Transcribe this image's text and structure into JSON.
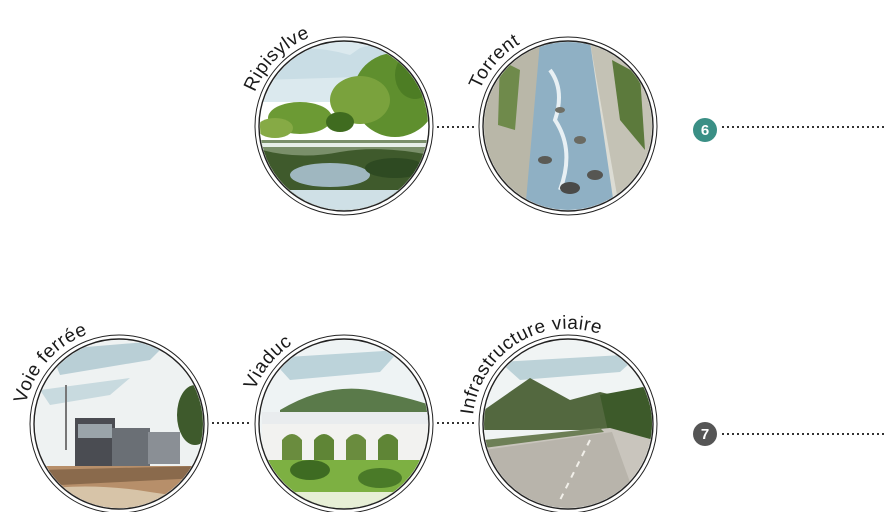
{
  "groups": [
    {
      "number": "6",
      "number_color": "#3a8f85",
      "items": [
        {
          "label": "Ripisylve",
          "illustration": "riparian-forest-pond"
        },
        {
          "label": "Torrent",
          "illustration": "mountain-stream"
        }
      ]
    },
    {
      "number": "7",
      "number_color": "#555555",
      "items": [
        {
          "label": "Voie ferrée",
          "illustration": "train-on-railway"
        },
        {
          "label": "Viaduc",
          "illustration": "arched-viaduct"
        },
        {
          "label": "Infrastructure viaire",
          "illustration": "highway-road"
        }
      ]
    }
  ]
}
